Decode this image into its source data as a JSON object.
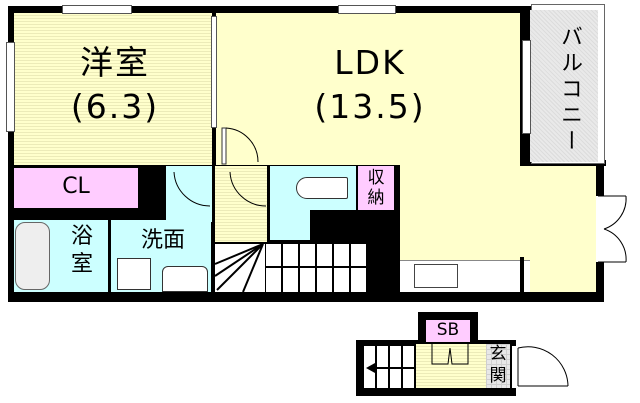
{
  "floorplan": {
    "rooms": {
      "western_room": {
        "name": "洋室",
        "size": "(6.3)"
      },
      "ldk": {
        "name": "LDK",
        "size": "(13.5)"
      },
      "balcony": {
        "name": "バルコニー"
      },
      "closet": {
        "name": "CL"
      },
      "bathroom": {
        "name_line1": "浴",
        "name_line2": "室"
      },
      "washroom": {
        "name": "洗面"
      },
      "storage": {
        "name_line1": "収",
        "name_line2": "納"
      },
      "shoe_box": {
        "name": "SB"
      },
      "entrance": {
        "name_line1": "玄",
        "name_line2": "関"
      }
    },
    "colors": {
      "floor_wood": "#ffffcc",
      "wet_area": "#ccffff",
      "storage": "#ffccff",
      "balcony": "#e6e6e6",
      "wall": "#000000"
    }
  }
}
